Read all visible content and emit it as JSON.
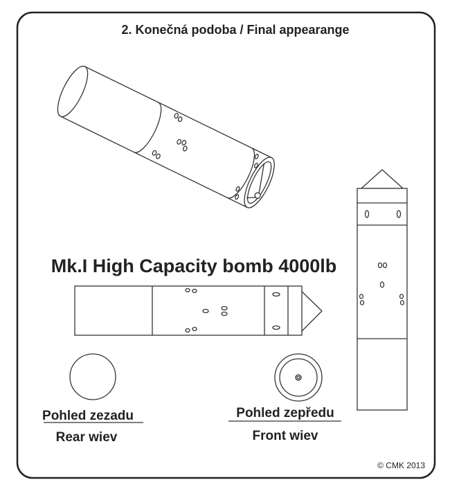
{
  "title": "2. Konečná podoba / Final appearange",
  "bomb_title": "Mk.I High Capacity bomb 4000lb",
  "rear_view": {
    "label_cz": "Pohled zezadu",
    "label_en": "Rear wiev"
  },
  "front_view": {
    "label_cz": "Pohled zepředu",
    "label_en": "Front wiev"
  },
  "copyright": "© CMK 2013"
}
